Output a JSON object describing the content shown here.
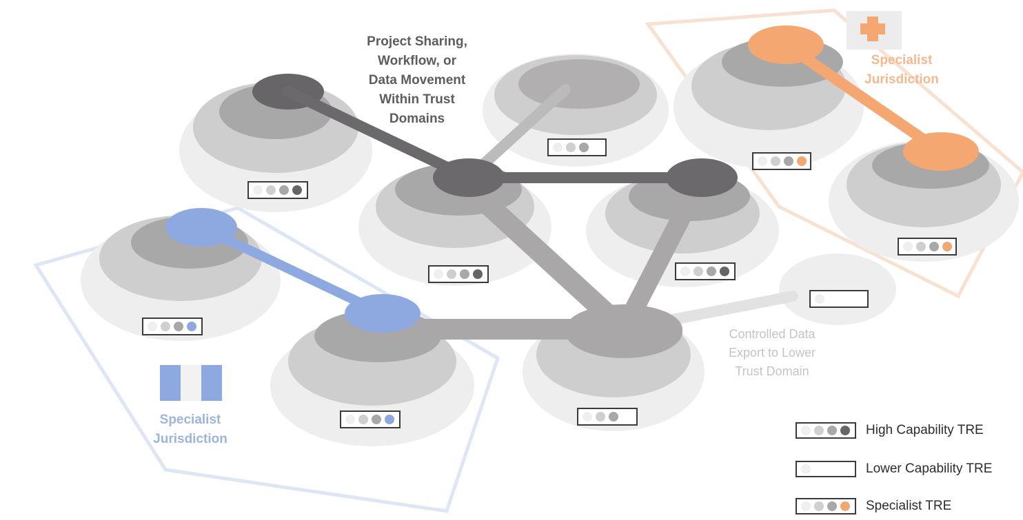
{
  "labels": {
    "project_sharing": [
      "Project Sharing,",
      "Workflow, or",
      "Data Movement",
      "Within Trust",
      "Domains"
    ],
    "specialist_top": [
      "Specialist",
      "Jurisdiction"
    ],
    "specialist_bottom": [
      "Specialist",
      "Jurisdiction"
    ],
    "export": [
      "Controlled Data",
      "Export to Lower",
      "Trust Domain"
    ]
  },
  "legend": {
    "high": "High Capability TRE",
    "lower": "Lower Capability TRE",
    "specialist": "Specialist TRE"
  },
  "colors": {
    "link_dark": "#6b696c",
    "link_mid": "#a9a7a8",
    "specialist_orange": "#f4a771",
    "specialist_blue": "#8ea8e0"
  },
  "icons": {
    "orange_jurisdiction": "medical-cross-icon",
    "blue_jurisdiction": "flag-icon"
  }
}
